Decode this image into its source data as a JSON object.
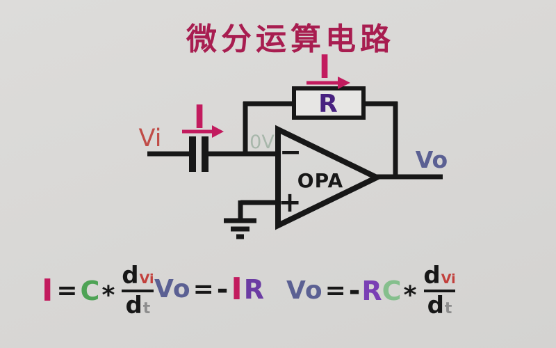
{
  "title": "微分运算电路",
  "colors": {
    "background": "#d9d8d6",
    "ink": "#171717",
    "title_crimson": "#a81d50",
    "current_crimson": "#c21b5e",
    "input_red": "#c04c47",
    "virtual_ground_green": "#a8b7ab",
    "resistor_purple_box": "#482180",
    "resistor_purple_formula": "#6b3ca3",
    "output_slate": "#5b6093",
    "capacitance_green": "#4ea355",
    "capacitance_green_light": "#85bf8d",
    "denominator_gray": "#8d8d8d",
    "subscript_red": "#c2403c"
  },
  "circuit": {
    "input_label": "Vi",
    "input_current_label": "I",
    "virtual_ground_label": "0V",
    "opamp_label": "OPA",
    "inverting_input_sign": "−",
    "noninverting_input_sign": "+",
    "feedback_current_label": "I",
    "resistor_label": "R",
    "output_label": "Vo"
  },
  "formulas": {
    "current": {
      "lhs": "I",
      "equals": "=",
      "cap": "C",
      "times": "*",
      "num_d": "d",
      "num_sub": "Vi",
      "den_d": "d",
      "den_sub": "t"
    },
    "output_ir": {
      "lhs": "Vo",
      "equals": "=",
      "minus": "-",
      "current": "I",
      "resistor": "R"
    },
    "output_rc": {
      "lhs": "Vo",
      "equals": "=",
      "minus": "-",
      "resistor": "R",
      "cap": "C",
      "times": "*",
      "num_d": "d",
      "num_sub": "Vi",
      "den_d": "d",
      "den_sub": "t"
    }
  }
}
